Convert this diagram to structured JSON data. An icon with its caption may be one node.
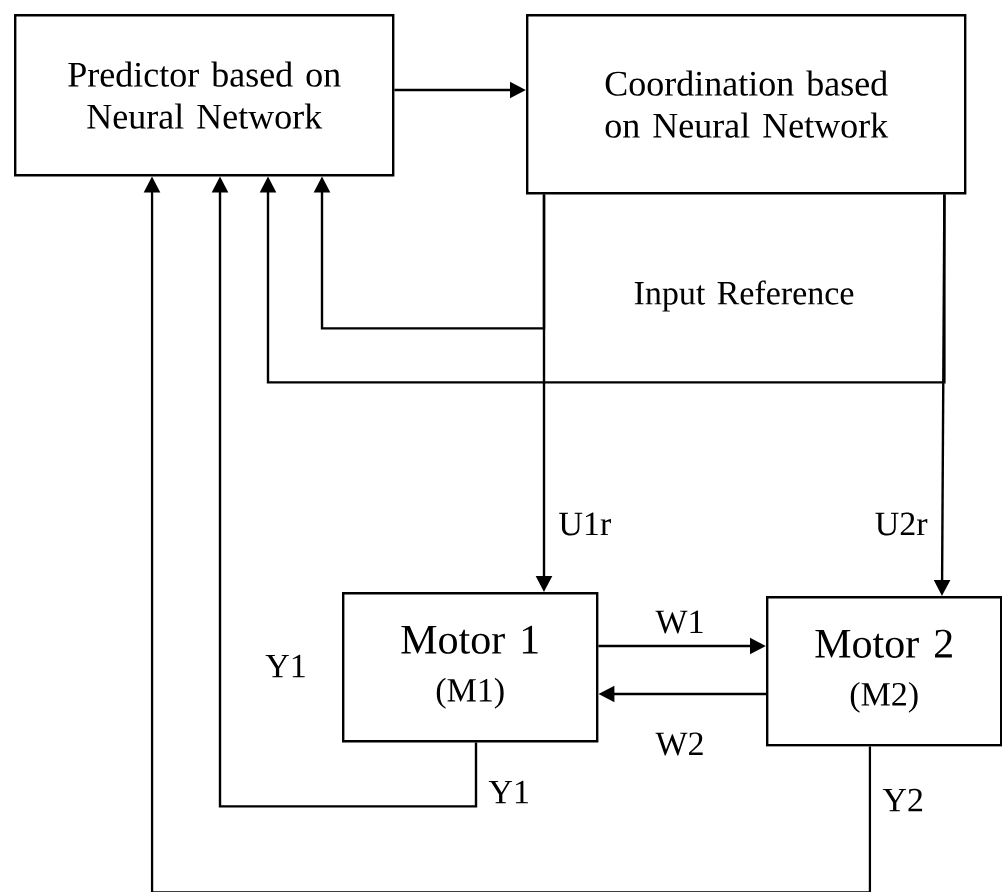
{
  "diagram": {
    "nodes": [
      {
        "text": [
          "Predictor based on Neural Network"
        ]
      },
      {
        "text": [
          "Coordination based on Neural Network"
        ]
      },
      {
        "text": [
          "Motor 1",
          "(M1)"
        ]
      },
      {
        "text": [
          "Motor 2",
          "(M2)"
        ]
      }
    ],
    "edges": [
      {
        "from": 0,
        "to": 1,
        "arrow": "to"
      },
      {
        "from": 1,
        "to": 2,
        "arrow": "to",
        "label": "U1r"
      },
      {
        "from": 1,
        "to": 3,
        "arrow": "to",
        "label": "U2r"
      },
      {
        "from": 1,
        "to": 0,
        "arrow": "to"
      },
      {
        "from": 1,
        "to": 0,
        "arrow": "to"
      },
      {
        "from": 2,
        "to": 0,
        "arrow": "to",
        "label": "Y1"
      },
      {
        "from": 3,
        "to": 0,
        "arrow": "to",
        "label": "Y2"
      },
      {
        "from": 2,
        "to": 3,
        "arrow": "to",
        "label": "W1"
      },
      {
        "from": 3,
        "to": 2,
        "arrow": "to",
        "label": "W2"
      }
    ],
    "labels": [
      "Input Reference",
      "Y1"
    ]
  }
}
